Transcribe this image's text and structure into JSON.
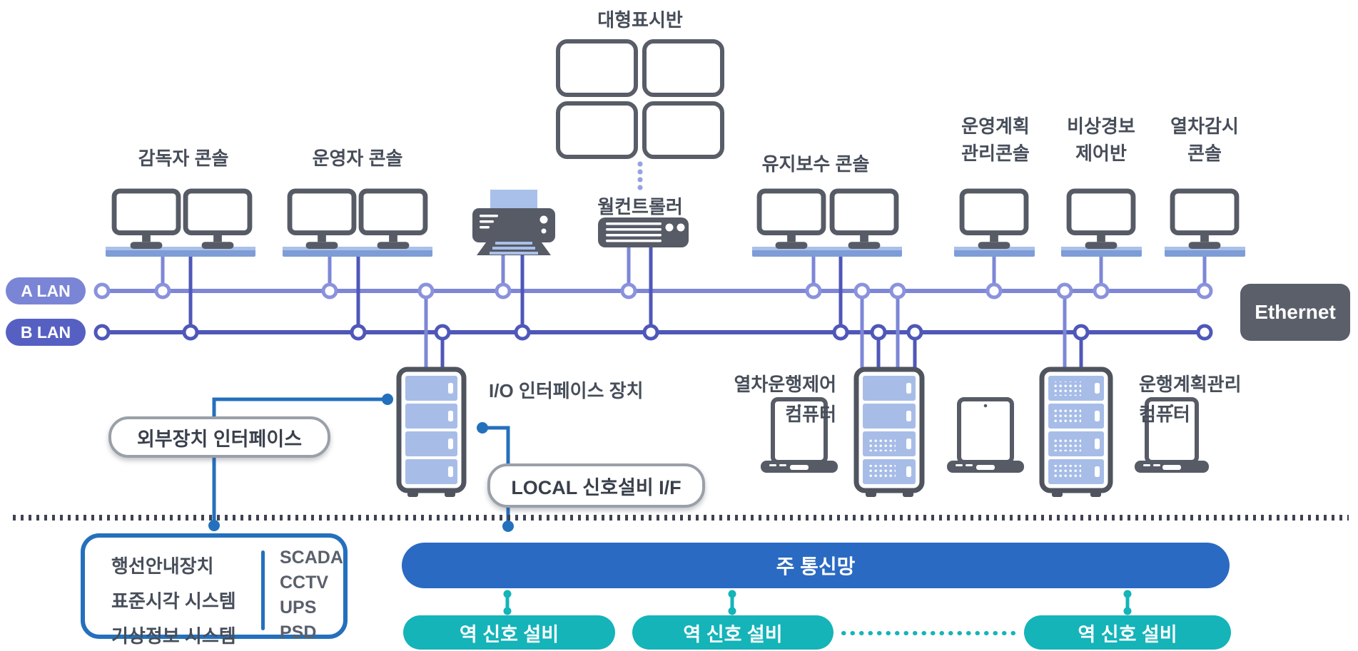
{
  "consoles": {
    "supervisor": "감독자 콘솔",
    "operator": "운영자 콘솔",
    "maintenance": "유지보수 콘솔",
    "op_plan_line1": "운영계획",
    "op_plan_line2": "관리콘솔",
    "emergency_line1": "비상경보",
    "emergency_line2": "제어반",
    "train_watch_line1": "열차감시",
    "train_watch_line2": "콘솔"
  },
  "display_wall": {
    "title": "대형표시반",
    "controller": "월컨트롤러"
  },
  "network": {
    "a_lan": "A LAN",
    "b_lan": "B LAN",
    "ethernet": "Ethernet"
  },
  "servers": {
    "io_device": "I/O 인터페이스 장치",
    "train_control_line1": "열차운행제어",
    "train_control_line2": "컴퓨터",
    "schedule_line1": "운행계획관리",
    "schedule_line2": "컴퓨터"
  },
  "callouts": {
    "external_interface": "외부장치 인터페이스",
    "local_signal": "LOCAL 신호설비 I/F"
  },
  "external_box": {
    "devices": [
      "행선안내장치",
      "표준시각 시스템",
      "기상정보 시스템"
    ],
    "systems": [
      "SCADA",
      "CCTV",
      "UPS",
      "PSD"
    ]
  },
  "bottom": {
    "main_network": "주 통신망",
    "station_signal_1": "역 신호 설비",
    "station_signal_2": "역 신호 설비",
    "station_signal_3": "역 신호 설비"
  },
  "colors": {
    "lan_a": "#7d87d6",
    "lan_a_node": "#8a92dc",
    "lan_b": "#4f57b8",
    "icon_gray": "#565b66",
    "rack_frame": "#4f545f",
    "desk_blue": "#7e9cd6",
    "desk_highlight": "#a9c0ea",
    "slat_blue": "#a7bde8",
    "callout_blue": "#2470bd",
    "main_network_blue": "#2a6ac2",
    "teal": "#14b4b9",
    "label_text": "#474e5a",
    "ethernet_gray": "#5a5f69"
  }
}
